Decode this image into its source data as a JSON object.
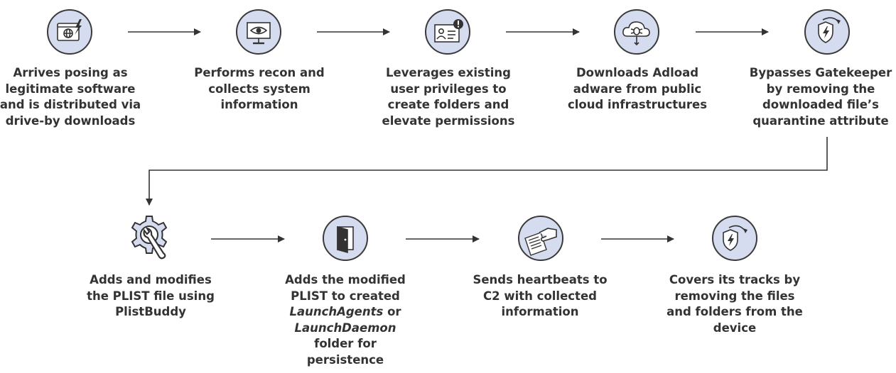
{
  "row1": [
    {
      "icon": "browser-download-icon",
      "lines": [
        "Arrives posing as",
        "legitimate software",
        "and is distributed via",
        "drive-by downloads"
      ]
    },
    {
      "icon": "monitor-eye-icon",
      "lines": [
        "Performs recon and",
        "collects system",
        "information"
      ]
    },
    {
      "icon": "id-card-alert-icon",
      "lines": [
        "Leverages existing",
        "user privileges to",
        "create folders and",
        "elevate permissions"
      ]
    },
    {
      "icon": "cloud-bug-download-icon",
      "lines": [
        "Downloads Adload",
        "adware from public",
        "cloud infrastructures"
      ]
    },
    {
      "icon": "shield-bypass-icon",
      "lines": [
        "Bypasses Gatekeeper",
        "by removing the",
        "downloaded file’s",
        "quarantine attribute"
      ]
    }
  ],
  "row2": [
    {
      "icon": "gear-wrench-icon",
      "lines": [
        "Adds and modifies",
        "the PLIST file using",
        "PlistBuddy"
      ]
    },
    {
      "icon": "door-icon",
      "lines": [
        "Adds the modified",
        "PLIST to created"
      ],
      "italic1": "LaunchAgents",
      "or": " or",
      "italic2": "LaunchDaemon",
      "tail": [
        "folder for",
        "persistence"
      ]
    },
    {
      "icon": "hand-document-icon",
      "lines": [
        "Sends heartbeats to",
        "C2 with collected",
        "information"
      ]
    },
    {
      "icon": "shield-refresh-icon",
      "lines": [
        "Covers its tracks by",
        "removing the files",
        "and folders from the",
        "device"
      ]
    }
  ]
}
